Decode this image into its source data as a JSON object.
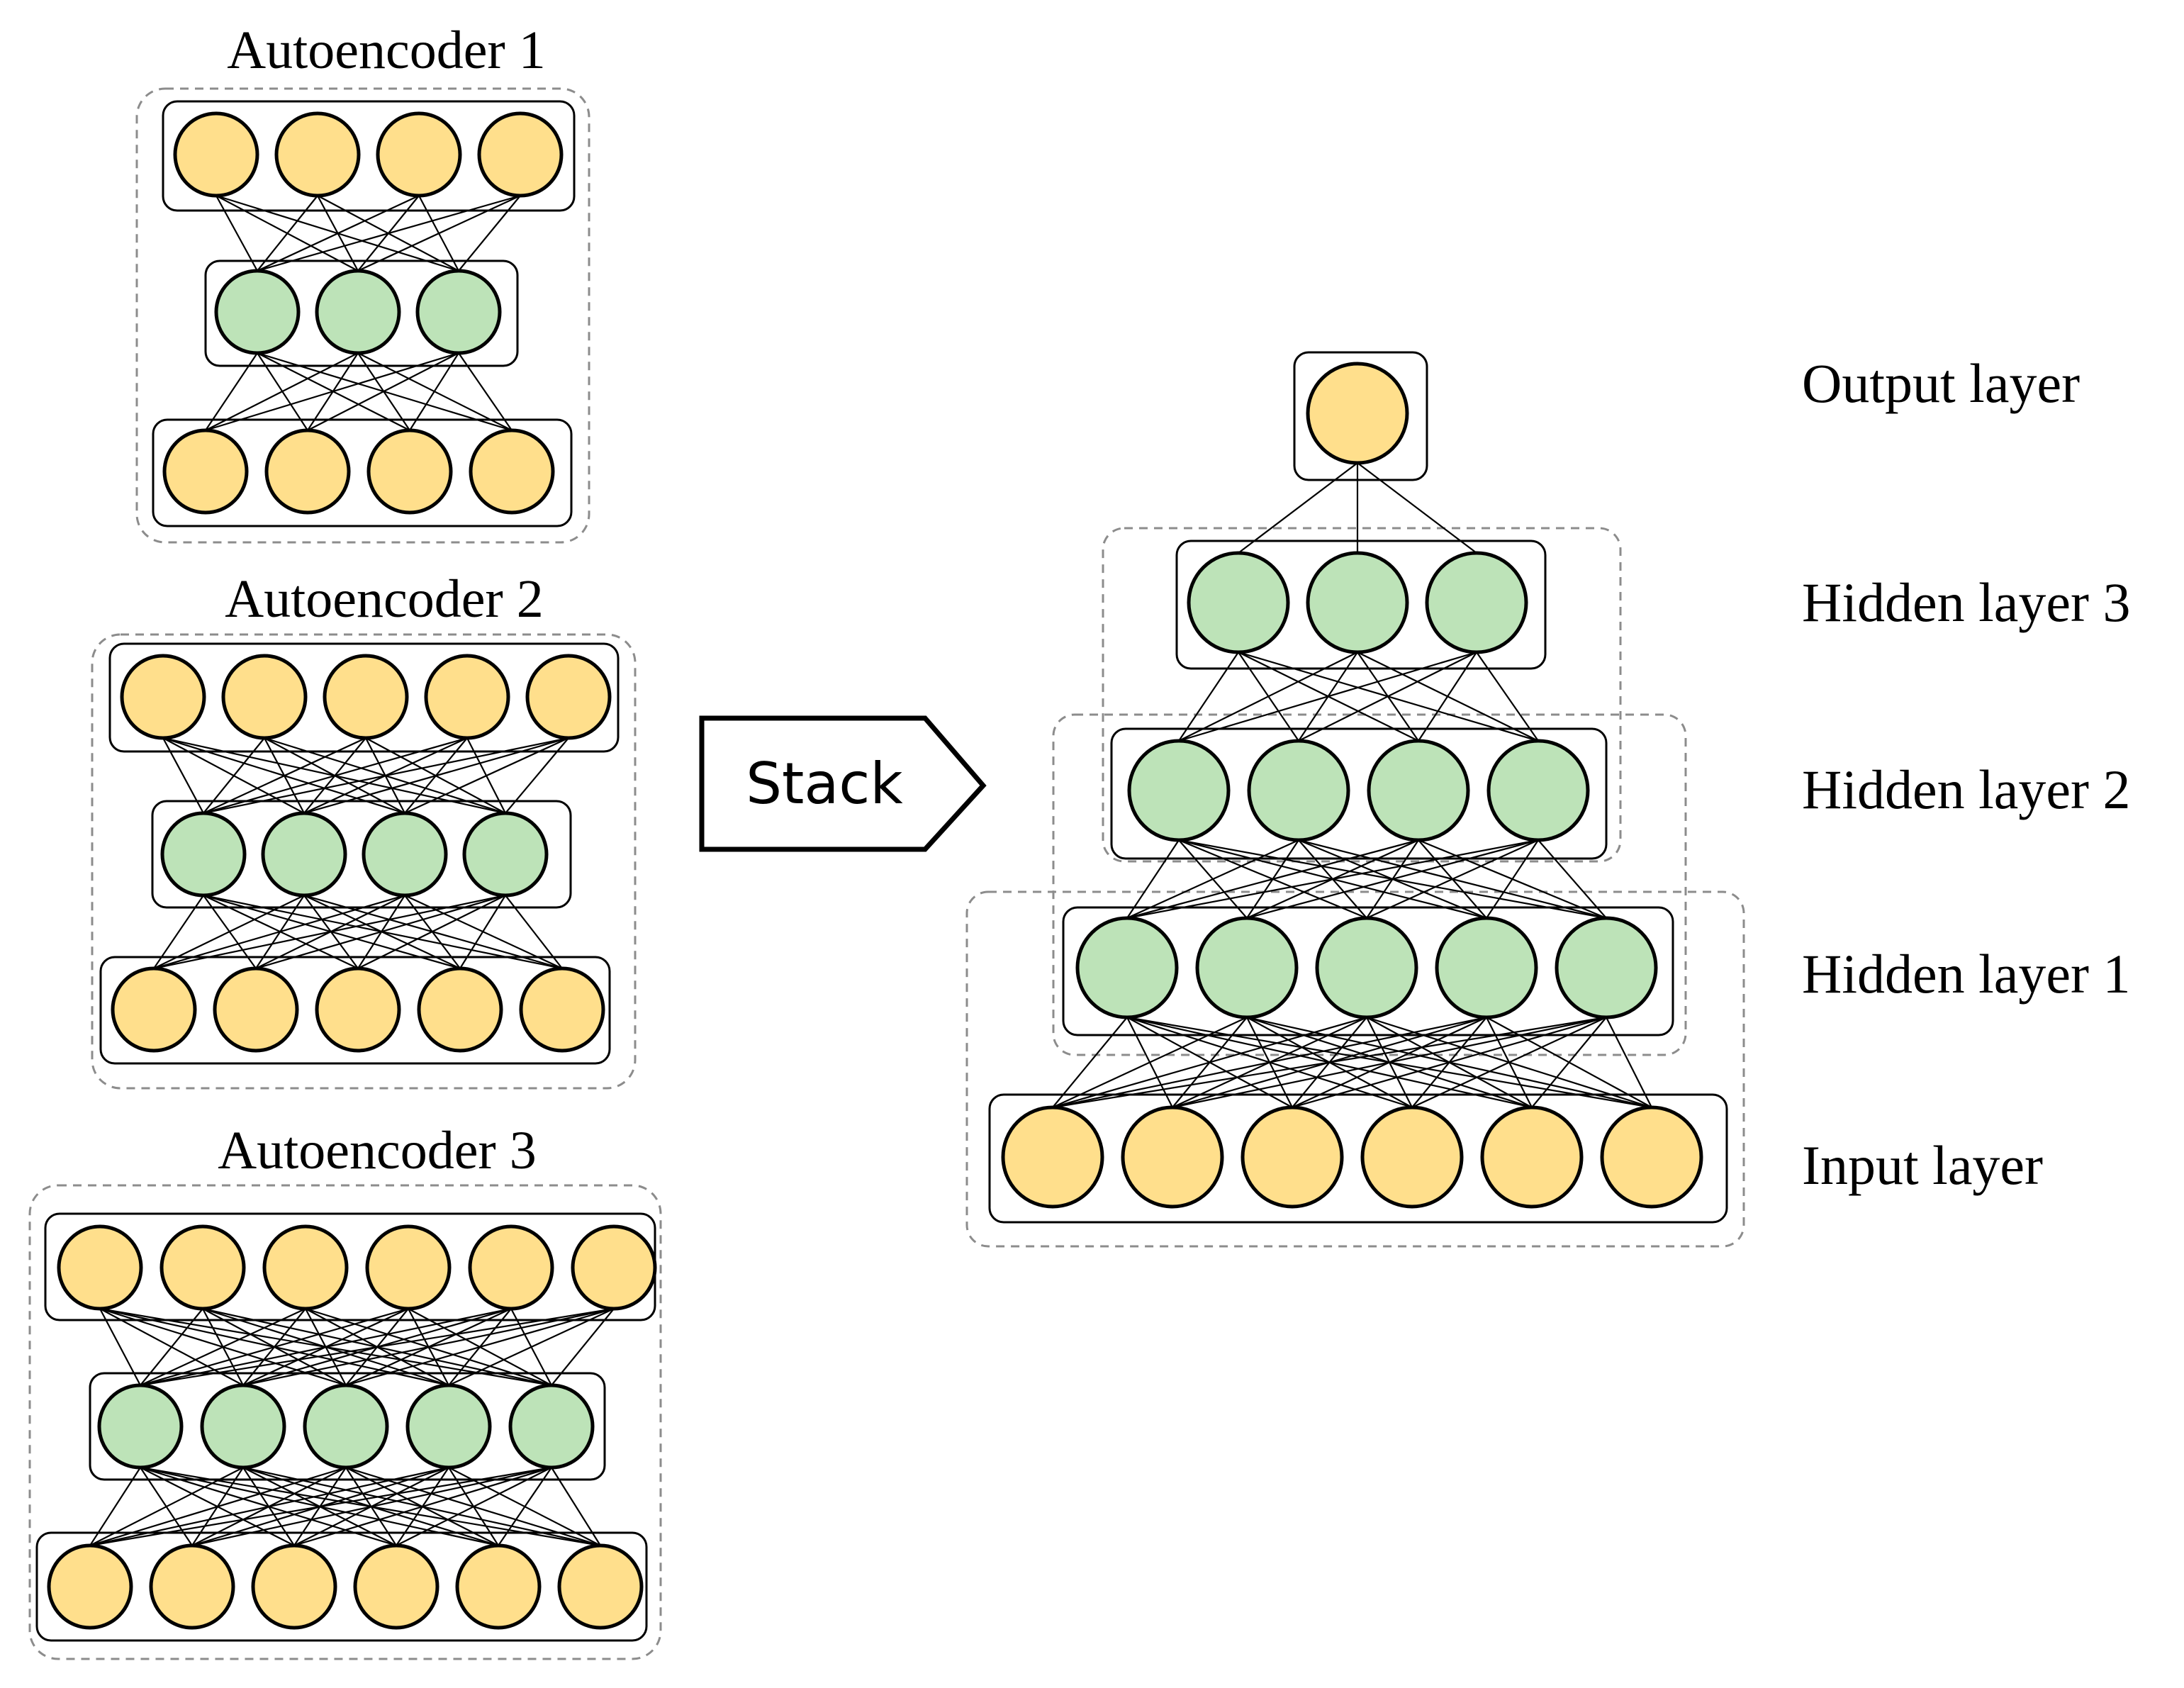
{
  "colors": {
    "visible_node": "#FFDF8C",
    "hidden_node": "#BDE3B8",
    "outline": "#000000",
    "dashed_border": "#8C8C8C"
  },
  "autoencoders": [
    {
      "title": "Autoencoder 1",
      "layers": [
        4,
        3,
        4
      ]
    },
    {
      "title": "Autoencoder 2",
      "layers": [
        5,
        4,
        5
      ]
    },
    {
      "title": "Autoencoder 3",
      "layers": [
        6,
        5,
        6
      ]
    }
  ],
  "stack_arrow": {
    "label": "Stack"
  },
  "stacked_network": {
    "layers": [
      {
        "label": "Output layer",
        "nodes": 1,
        "kind": "visible"
      },
      {
        "label": "Hidden layer 3",
        "nodes": 3,
        "kind": "hidden"
      },
      {
        "label": "Hidden layer 2",
        "nodes": 4,
        "kind": "hidden"
      },
      {
        "label": "Hidden layer 1",
        "nodes": 5,
        "kind": "hidden"
      },
      {
        "label": "Input layer",
        "nodes": 6,
        "kind": "visible"
      }
    ]
  }
}
